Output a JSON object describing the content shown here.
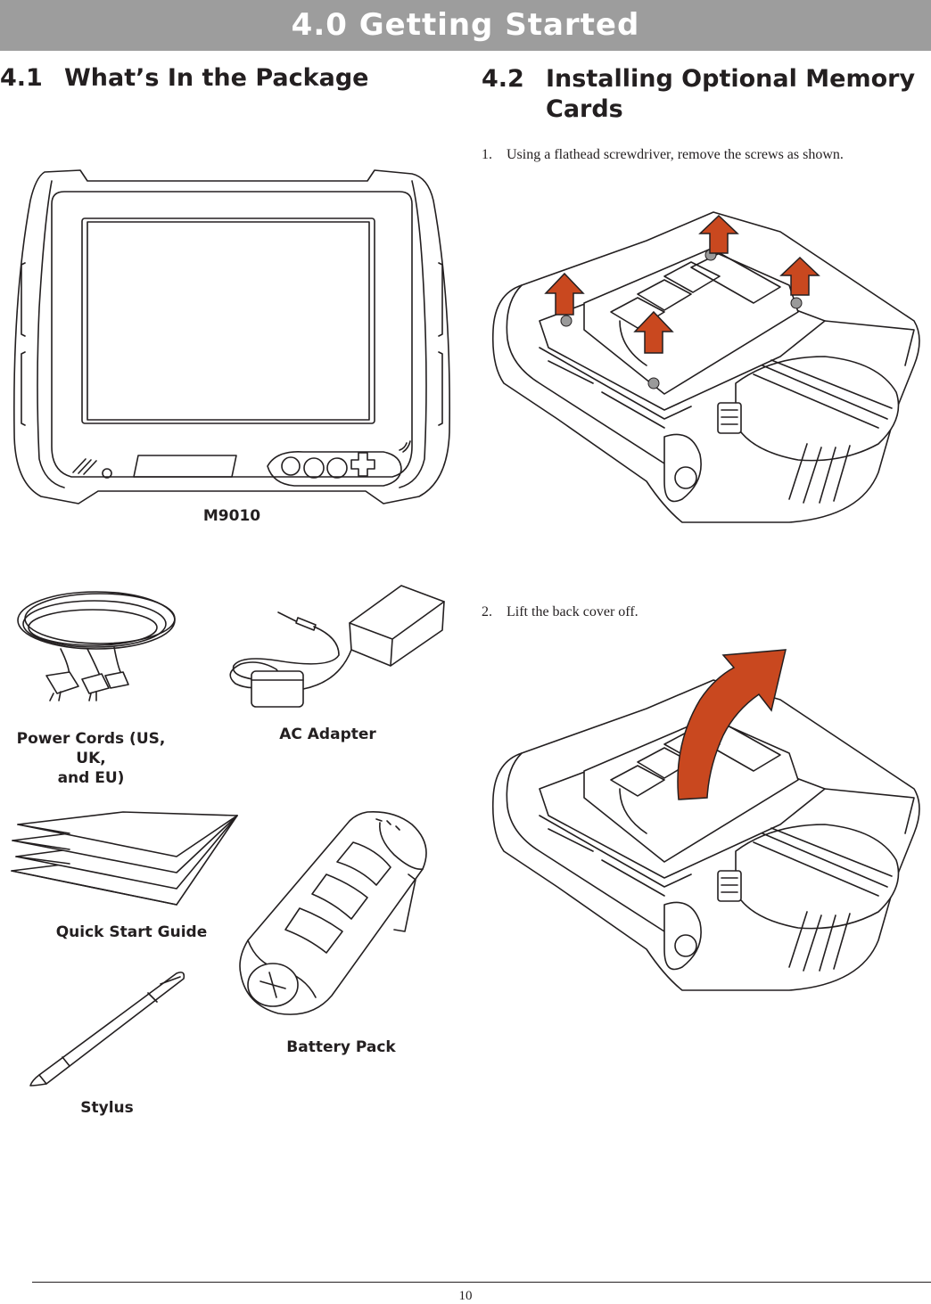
{
  "banner": {
    "title": "4.0  Getting Started"
  },
  "section_left": {
    "number": "4.1",
    "title": "What’s In the Package"
  },
  "section_right": {
    "number": "4.2",
    "title_line1": "Installing Optional Memory",
    "title_line2": "Cards"
  },
  "package_items": {
    "device": "M9010",
    "power_cords_line1": "Power Cords (US, UK,",
    "power_cords_line2": "and EU)",
    "ac_adapter": "AC Adapter",
    "quick_start": "Quick Start Guide",
    "battery": "Battery Pack",
    "stylus": "Stylus"
  },
  "steps": [
    {
      "number": "1.",
      "text": "Using a flathead screwdriver, remove the screws as shown."
    },
    {
      "number": "2.",
      "text": "Lift the back cover off."
    }
  ],
  "footer": {
    "page_number": "10"
  },
  "colors": {
    "banner_bg": "#9d9d9d",
    "arrow": "#c9481f",
    "ink": "#231f20"
  },
  "icons": [
    "screw-arrow-icon",
    "lift-arrow-icon"
  ]
}
